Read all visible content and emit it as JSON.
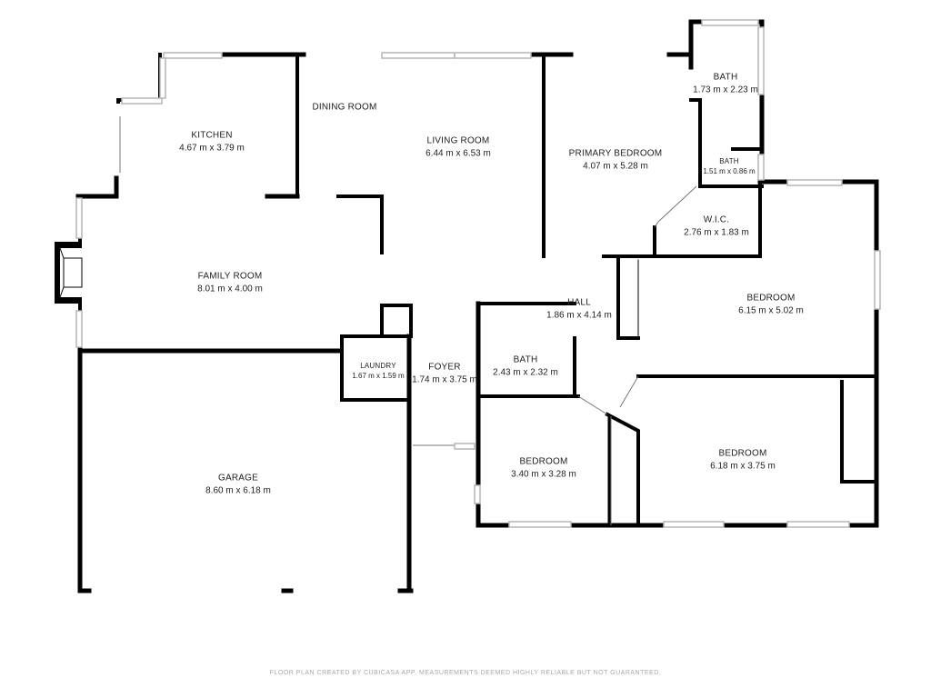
{
  "rooms": {
    "kitchen": {
      "name": "KITCHEN",
      "dims": "4.67 m x 3.79 m"
    },
    "dining": {
      "name": "DINING ROOM",
      "dims": ""
    },
    "living": {
      "name": "LIVING ROOM",
      "dims": "6.44 m x 6.53 m"
    },
    "primary_bedroom": {
      "name": "PRIMARY BEDROOM",
      "dims": "4.07 m x 5.28 m"
    },
    "bath_top": {
      "name": "BATH",
      "dims": "1.73 m x 2.23 m"
    },
    "bath_small": {
      "name": "BATH",
      "dims": "1.51 m x 0.86 m"
    },
    "wic": {
      "name": "W.I.C.",
      "dims": "2.76 m x 1.83 m"
    },
    "family": {
      "name": "FAMILY ROOM",
      "dims": "8.01 m x 4.00 m"
    },
    "hall": {
      "name": "HALL",
      "dims": "1.86 m x 4.14 m"
    },
    "bedroom_right": {
      "name": "BEDROOM",
      "dims": "6.15 m x 5.02 m"
    },
    "laundry": {
      "name": "LAUNDRY",
      "dims": "1.67 m x 1.59 m"
    },
    "foyer": {
      "name": "FOYER",
      "dims": "1.74 m x 3.75 m"
    },
    "bath_mid": {
      "name": "BATH",
      "dims": "2.43 m x 2.32 m"
    },
    "bedroom_bottom_right": {
      "name": "BEDROOM",
      "dims": "6.18 m x 3.75 m"
    },
    "bedroom_bottom": {
      "name": "BEDROOM",
      "dims": "3.40 m x 3.28 m"
    },
    "garage": {
      "name": "GARAGE",
      "dims": "8.60 m x 6.18 m"
    }
  },
  "footer": "FLOOR PLAN CREATED BY CUBICASA APP. MEASUREMENTS DEEMED HIGHLY RELIABLE BUT NOT GUARANTEED.",
  "colors": {
    "wall": "#000000",
    "window": "#b5b5b5",
    "text": "#222222",
    "footer": "#a9a9a9"
  }
}
